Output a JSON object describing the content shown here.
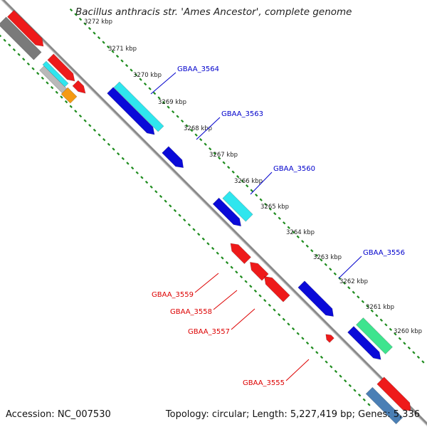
{
  "header": {
    "title": "Bacillus anthracis str. 'Ames Ancestor', complete genome"
  },
  "footer": {
    "accession": "Accession: NC_007530",
    "summary": "Topology: circular; Length: 5,227,419 bp; Genes: 5,336"
  },
  "colors": {
    "backbone": "#8a8a8a",
    "tick": "#1e8c1e",
    "forward_label": "#0000cc",
    "reverse_label": "#dd0000",
    "blue": "#0a0ad8",
    "cyan": "#2fe6ee",
    "red": "#ee1a1a",
    "green": "#3ee48e",
    "orange": "#f59a12",
    "gray": "#7a7a7a",
    "steel": "#4a7fb5"
  },
  "scale": {
    "ticks": [
      "3272 kbp",
      "3271 kbp",
      "3270 kbp",
      "3269 kbp",
      "3268 kbp",
      "3267 kbp",
      "3266 kbp",
      "3265 kbp",
      "3264 kbp",
      "3263 kbp",
      "3262 kbp",
      "3261 kbp",
      "3260 kbp"
    ]
  },
  "genes": {
    "forward": [
      "GBAA_3564",
      "GBAA_3563",
      "GBAA_3560",
      "GBAA_3556"
    ],
    "reverse": [
      "GBAA_3559",
      "GBAA_3558",
      "GBAA_3557",
      "GBAA_3555"
    ]
  }
}
